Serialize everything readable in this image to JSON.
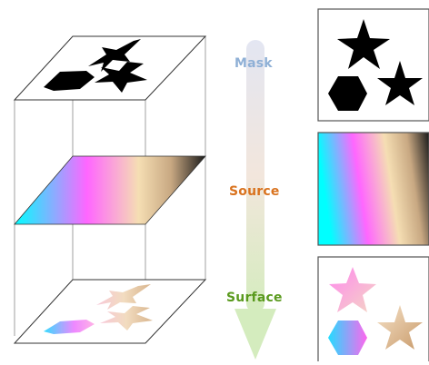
{
  "labels": {
    "mask": "Mask",
    "source": "Source",
    "surface": "Surface"
  },
  "colors": {
    "mask_label": "#8fb0d6",
    "source_label": "#d9731f",
    "surface_label": "#5a9a1e",
    "arrow_top": "#e3e6f2",
    "arrow_bottom": "#dcefc8",
    "shape_fill": "#000000",
    "frame_stroke": "#555555",
    "gradient_stops": [
      "#00ffff",
      "#ff66ff",
      "#f5deb3",
      "#c8a882",
      "#1a1a1a"
    ]
  },
  "icons": {
    "flow_arrow": "down-arrow-icon",
    "mask_shapes": [
      "star-icon",
      "star-icon",
      "hexagon-icon"
    ]
  }
}
